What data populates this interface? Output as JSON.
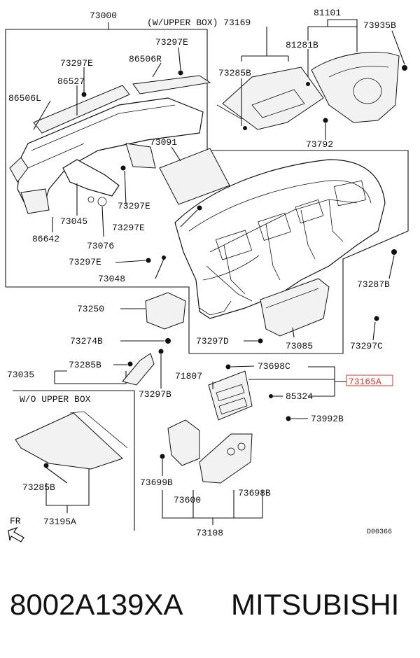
{
  "labels": {
    "l73000": "73000",
    "wupper": "(W/UPPER BOX) 73169",
    "l81101": "81101",
    "l73935B": "73935B",
    "l73297E_a": "73297E",
    "l81281B": "81281B",
    "l73297E_b": "73297E",
    "l86506R": "86506R",
    "l73285B_a": "73285B",
    "l86527": "86527",
    "l86506L": "86506L",
    "l73792": "73792",
    "l73091": "73091",
    "l73045": "73045",
    "l73297E_c": "73297E",
    "l73297E_d": "73297E",
    "l86642": "86642",
    "l73076": "73076",
    "l73297E_e": "73297E",
    "l73287B": "73287B",
    "l73048": "73048",
    "l73250": "73250",
    "l73274B": "73274B",
    "l73297D": "73297D",
    "l73085": "73085",
    "l73297C": "73297C",
    "l73035": "73035",
    "l73285B_b": "73285B",
    "l73698C": "73698C",
    "l71807": "71807",
    "l73165A": "73165A",
    "l73297B": "73297B",
    "l85324": "85324",
    "wo": "W/O UPPER BOX",
    "l73992B": "73992B",
    "l73285B_c": "73285B",
    "l73699B": "73699B",
    "l73600": "73600",
    "l73698B": "73698B",
    "l73195A": "73195A",
    "fr": "FR",
    "l73108": "73108",
    "code": "D00366"
  },
  "footer": {
    "part_number": "8002A139XA",
    "brand": "MITSUBISHI"
  },
  "colors": {
    "highlight": "#c0392b",
    "ink": "#111111"
  }
}
